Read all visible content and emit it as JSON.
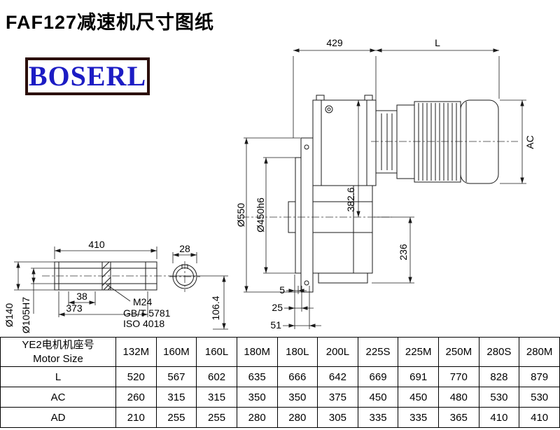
{
  "title": "FAF127减速机尺寸图纸",
  "logo": "BOSERL",
  "dims": {
    "top_width": "429",
    "motor_length": "L",
    "motor_diameter": "AC",
    "flange_od": "Ø550",
    "flange_spigot": "Ø450h6",
    "center_height": "382.6",
    "lower_height": "236",
    "bottom_5": "5",
    "bottom_25": "25",
    "bottom_51": "51",
    "shaft_length": "410",
    "key_width": "28",
    "dim_38": "38",
    "dim_373": "373",
    "shaft_od": "Ø140",
    "bore": "Ø105H7",
    "thread": "M24",
    "thread_std": "GB/T 5781",
    "thread_iso": "ISO 4018",
    "dim_106": "106.4"
  },
  "table": {
    "header_cn": "YE2电机机座号",
    "header_en": "Motor Size",
    "columns": [
      "132M",
      "160M",
      "160L",
      "180M",
      "180L",
      "200L",
      "225S",
      "225M",
      "250M",
      "280S",
      "280M"
    ],
    "rows": [
      {
        "label": "L",
        "values": [
          "520",
          "567",
          "602",
          "635",
          "666",
          "642",
          "669",
          "691",
          "770",
          "828",
          "879"
        ]
      },
      {
        "label": "AC",
        "values": [
          "260",
          "315",
          "315",
          "350",
          "350",
          "375",
          "450",
          "450",
          "480",
          "530",
          "530"
        ]
      },
      {
        "label": "AD",
        "values": [
          "210",
          "255",
          "255",
          "280",
          "280",
          "305",
          "335",
          "335",
          "365",
          "410",
          "410"
        ]
      }
    ]
  }
}
